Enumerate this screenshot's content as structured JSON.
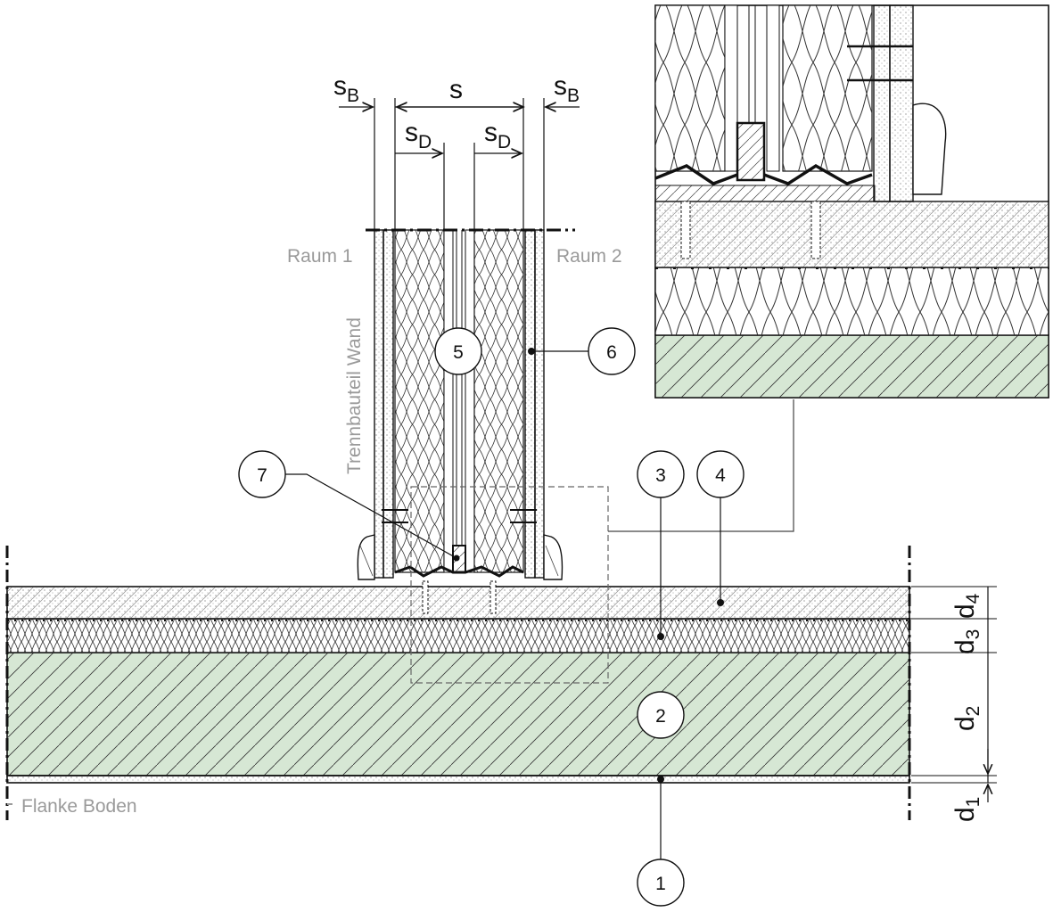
{
  "labels": {
    "room1": "Raum 1",
    "room2": "Raum 2",
    "wall": "Trennbauteil Wand",
    "floor": "Flanke Boden"
  },
  "dimensions": {
    "sb": "s",
    "sb_sub": "B",
    "s": "s",
    "sd": "s",
    "sd_sub": "D",
    "d": "d",
    "d1_sub": "1",
    "d2_sub": "2",
    "d3_sub": "3",
    "d4_sub": "4"
  },
  "callouts": [
    "1",
    "2",
    "3",
    "4",
    "5",
    "6",
    "7"
  ],
  "colors": {
    "concrete": "#d6e7d4",
    "line": "#111111",
    "label_gray": "#9a9a9a"
  }
}
